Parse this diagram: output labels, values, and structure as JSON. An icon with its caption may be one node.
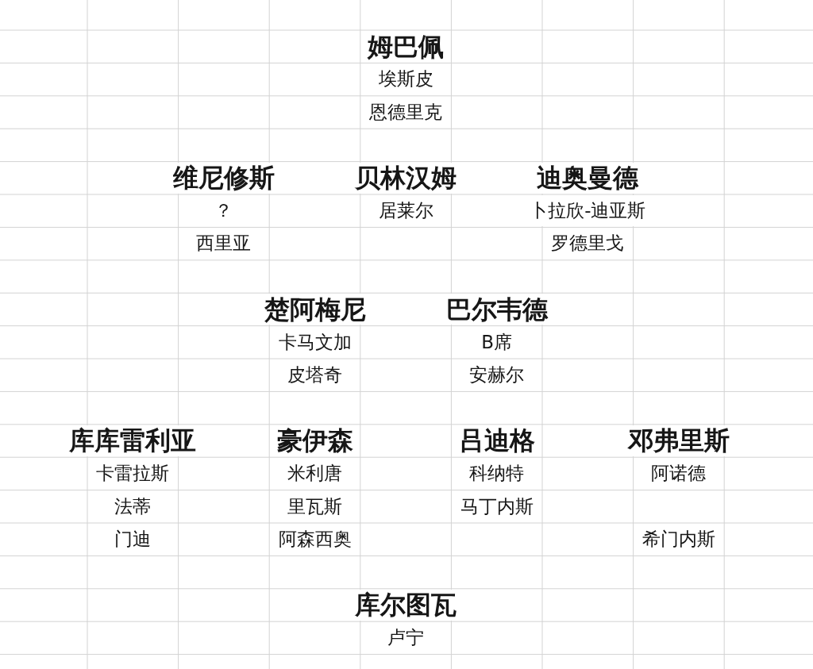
{
  "diagram": {
    "labels": [
      "姆巴佩",
      "埃斯皮",
      "恩德里克",
      "维尼修斯",
      "贝林汉姆",
      "迪奥曼德",
      "？",
      "居莱尔",
      "卜拉欣-迪亚斯",
      "西里亚",
      "罗德里戈",
      "楚阿梅尼",
      "巴尔韦德",
      "卡马文加",
      "B席",
      "皮塔奇",
      "安赫尔",
      "库库雷利亚",
      "豪伊森",
      "吕迪格",
      "邓弗里斯",
      "卡雷拉斯",
      "米利唐",
      "科纳特",
      "阿诺德",
      "法蒂",
      "里瓦斯",
      "马丁内斯",
      "门迪",
      "阿森西奥",
      "希门内斯",
      "库尔图瓦",
      "卢宁"
    ]
  }
}
